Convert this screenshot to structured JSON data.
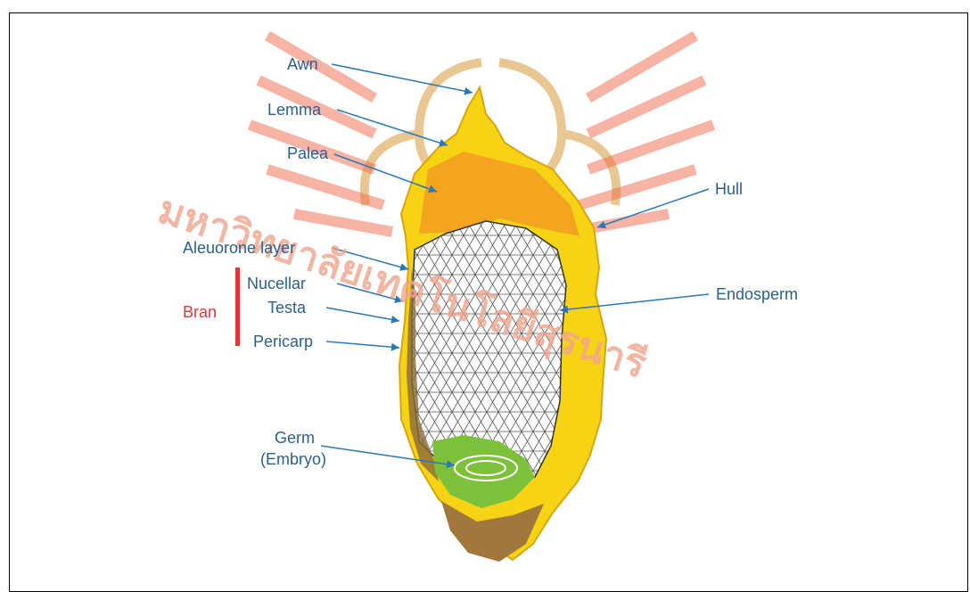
{
  "colors": {
    "label": "#2b5f8c",
    "bran": "#d43b3b",
    "hull": "#f6d415",
    "palea": "#f3a51f",
    "endosperm_mesh": "#555555",
    "germ": "#7dc13a",
    "base": "#a0783c",
    "watermark": "#f08c6e"
  },
  "labels": {
    "awn": "Awn",
    "lemma": "Lemma",
    "palea": "Palea",
    "hull": "Hull",
    "aleurone": "Aleuorone layer",
    "nucellar": "Nucellar",
    "testa": "Testa",
    "pericarp": "Pericarp",
    "endosperm": "Endosperm",
    "germ": "Germ",
    "embryo": "(Embryo)",
    "bran": "Bran"
  },
  "watermark": {
    "text_left": "มหาวิทยาลัยเทคโนโลยีสุรนารี"
  }
}
